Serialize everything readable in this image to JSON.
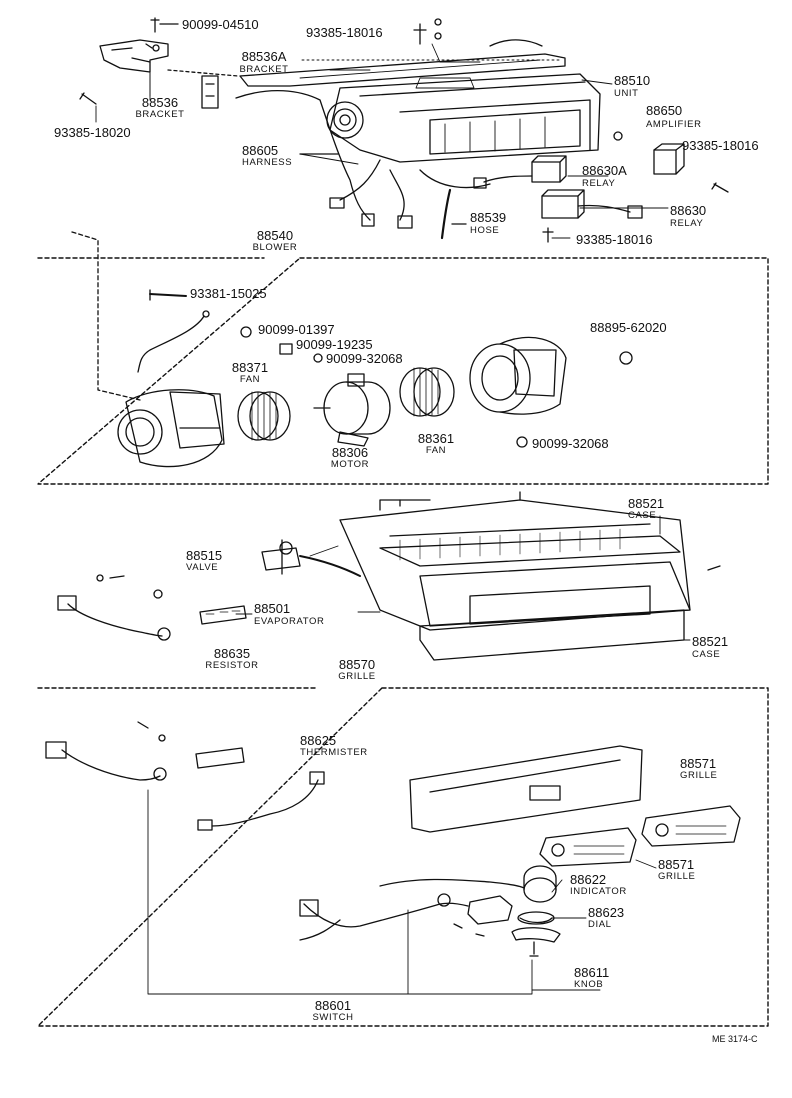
{
  "diagram": {
    "code": "ME 3174-C",
    "parts": {
      "p90099_04510": {
        "number": "90099-04510"
      },
      "p93385_18016_top": {
        "number": "93385-18016"
      },
      "p88536A": {
        "number": "88536A",
        "name": "BRACKET"
      },
      "p88536": {
        "number": "88536",
        "name": "BRACKET"
      },
      "p93385_18020": {
        "number": "93385-18020"
      },
      "p88510": {
        "number": "88510",
        "name": "UNIT"
      },
      "p88650": {
        "number": "88650",
        "name": "AMPLIFIER"
      },
      "p93385_18016_amp": {
        "number": "93385-18016"
      },
      "p88605": {
        "number": "88605",
        "name": "HARNESS"
      },
      "p88630A": {
        "number": "88630A",
        "name": "RELAY"
      },
      "p88630": {
        "number": "88630",
        "name": "RELAY"
      },
      "p88539": {
        "number": "88539",
        "name": "HOSE"
      },
      "p93385_18016_relay": {
        "number": "93385-18016"
      },
      "p88540": {
        "number": "88540",
        "name": "BLOWER"
      },
      "p93381_15025": {
        "number": "93381-15025"
      },
      "p90099_01397": {
        "number": "90099-01397"
      },
      "p88895_62020": {
        "number": "88895-62020"
      },
      "p90099_19235": {
        "number": "90099-19235"
      },
      "p90099_32068_a": {
        "number": "90099-32068"
      },
      "p88371": {
        "number": "88371",
        "name": "FAN"
      },
      "p88361": {
        "number": "88361",
        "name": "FAN"
      },
      "p90099_32068_b": {
        "number": "90099-32068"
      },
      "p88306": {
        "number": "88306",
        "name": "MOTOR"
      },
      "p88521_top": {
        "number": "88521",
        "name": "CASE"
      },
      "p88515": {
        "number": "88515",
        "name": "VALVE"
      },
      "p88501": {
        "number": "88501",
        "name": "EVAPORATOR"
      },
      "p88521_bottom": {
        "number": "88521",
        "name": "CASE"
      },
      "p88635": {
        "number": "88635",
        "name": "RESISTOR"
      },
      "p88570": {
        "number": "88570",
        "name": "GRILLE"
      },
      "p88625": {
        "number": "88625",
        "name": "THERMISTER"
      },
      "p88571_a": {
        "number": "88571",
        "name": "GRILLE"
      },
      "p88571_b": {
        "number": "88571",
        "name": "GRILLE"
      },
      "p88622": {
        "number": "88622",
        "name": "INDICATOR"
      },
      "p88623": {
        "number": "88623",
        "name": "DIAL"
      },
      "p88611": {
        "number": "88611",
        "name": "KNOB"
      },
      "p88601": {
        "number": "88601",
        "name": "SWITCH"
      }
    }
  }
}
